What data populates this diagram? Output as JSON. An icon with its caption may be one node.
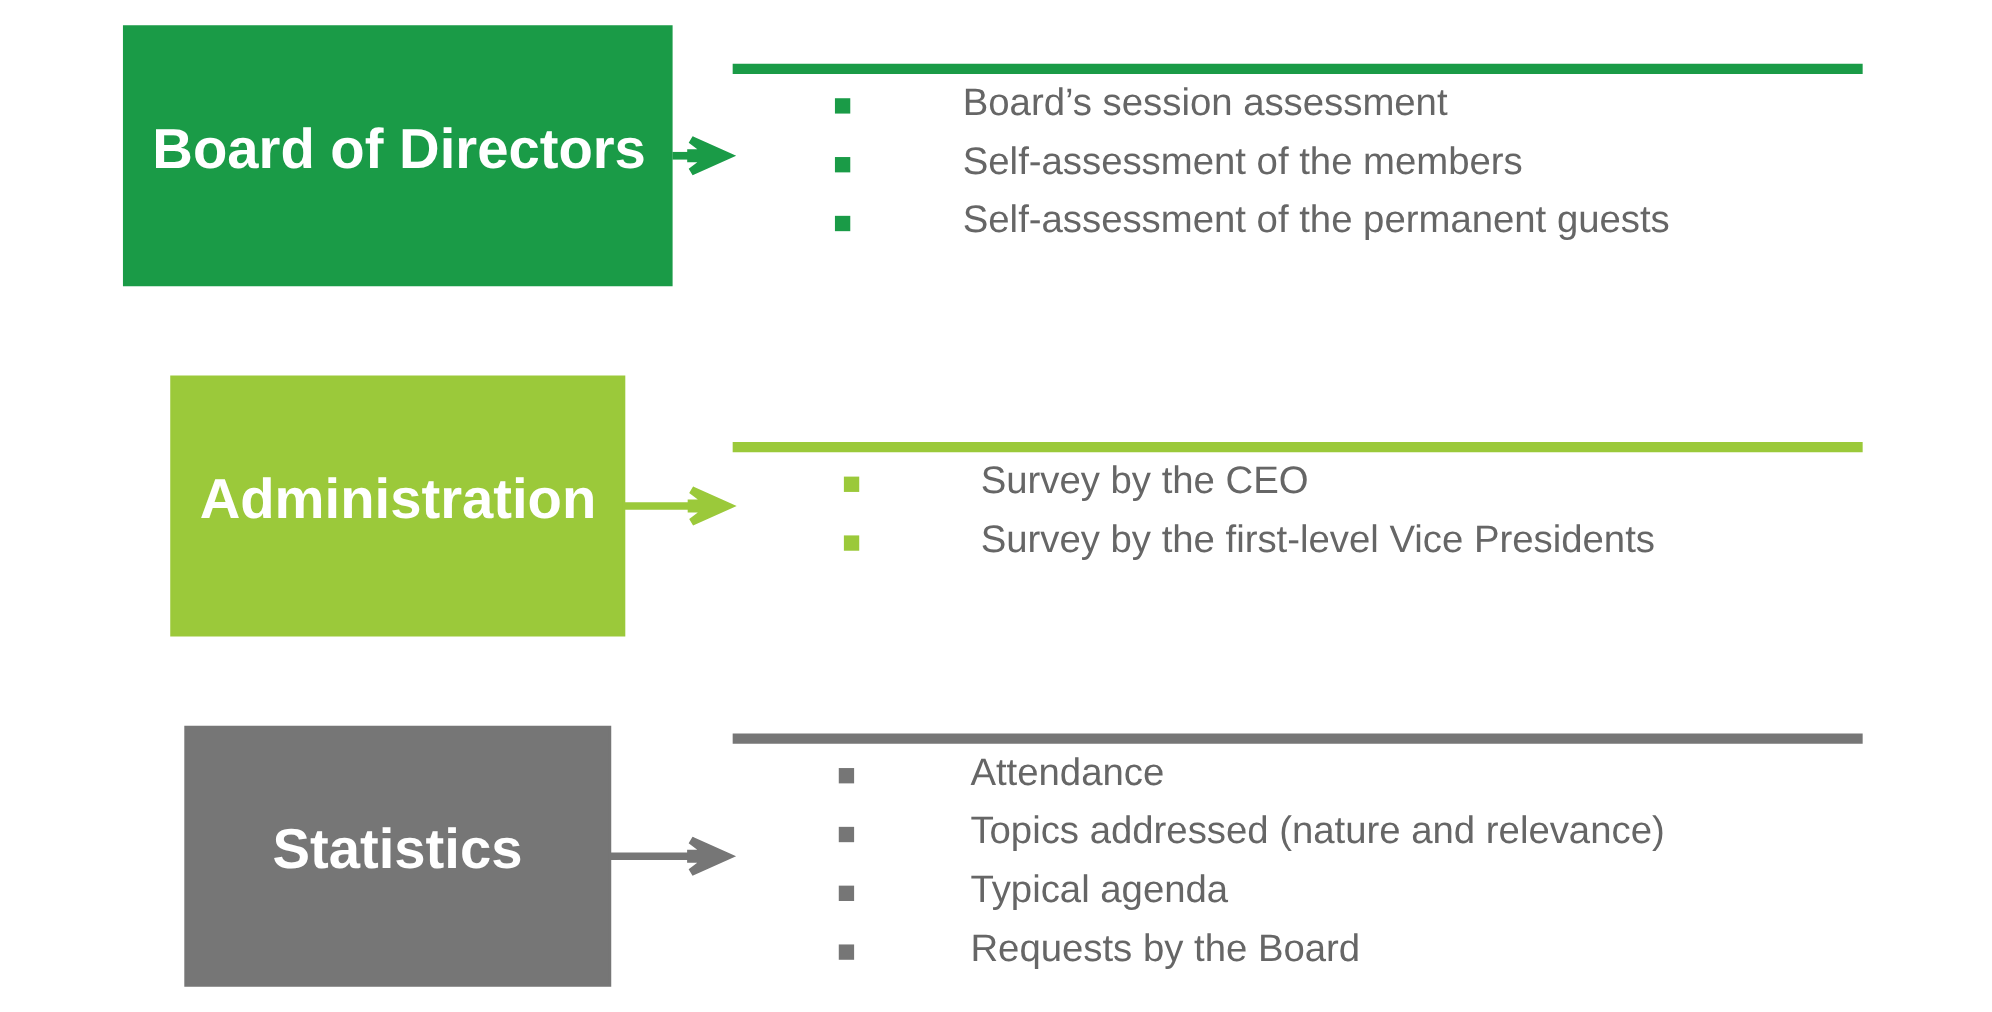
{
  "diagram": {
    "nodes": [
      {
        "text": [
          "Board of Directors"
        ]
      },
      {
        "text": [
          "Board’s session assessment",
          "Self-assessment of the members",
          "Self-assessment of the permanent guests"
        ]
      },
      {
        "text": [
          "Administration"
        ]
      },
      {
        "text": [
          "Survey by the CEO",
          "Survey by the first-level Vice Presidents"
        ]
      },
      {
        "text": [
          "Statistics"
        ]
      },
      {
        "text": [
          "Attendance",
          "Topics addressed (nature and relevance)",
          "Typical agenda",
          "Requests by the Board"
        ]
      }
    ],
    "edges": [
      {
        "from": 0,
        "to": 1,
        "arrow": "to",
        "color": "#1a9b47"
      },
      {
        "from": 2,
        "to": 3,
        "arrow": "to",
        "color": "#9bc93a"
      },
      {
        "from": 4,
        "to": 5,
        "arrow": "to",
        "color": "#767676"
      }
    ]
  }
}
